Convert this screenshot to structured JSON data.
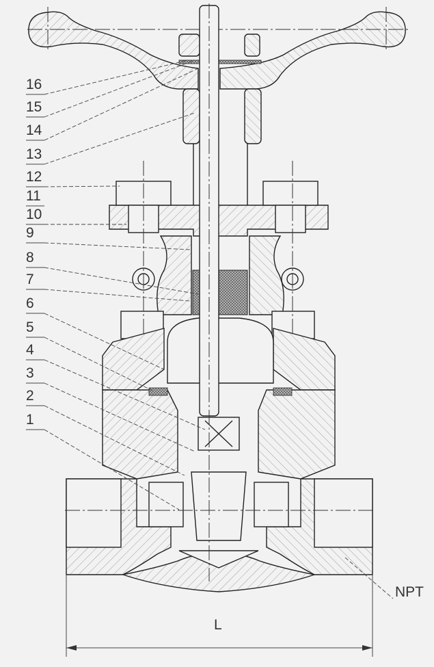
{
  "drawing": {
    "title": "Forged gate valve sectional drawing",
    "part_labels": [
      "16",
      "15",
      "14",
      "13",
      "12",
      "11",
      "10",
      "9",
      "8",
      "7",
      "6",
      "5",
      "4",
      "3",
      "2",
      "1"
    ],
    "thread_label": "NPT",
    "dimension_label": "L"
  }
}
